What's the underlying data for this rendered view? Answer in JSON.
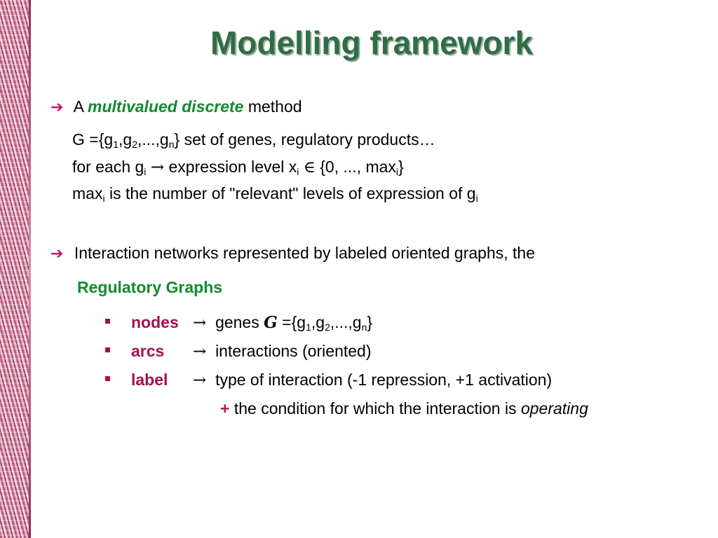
{
  "title": "Modelling framework",
  "bullet1": {
    "prefix": "A",
    "emphasis": "multivalued discrete",
    "suffix": "method"
  },
  "genes_line": {
    "lhs": "G =",
    "set_open": "{g",
    "sub1": "1",
    "comma1": ",g",
    "sub2": "2",
    "ellipsis": ",...,g",
    "subn": "n",
    "set_close": "}",
    "text": "set of genes, regulatory products…"
  },
  "level_line": {
    "text1": "for each g",
    "sub_i": "i",
    "arrow": "→",
    "text2": "expression level x",
    "sub_i2": "i",
    "elem": "∈",
    "set_open": "{0, ..., max",
    "sub_i3": "i",
    "set_close": "}"
  },
  "max_line": {
    "text1": "max",
    "sub_i": "i",
    "text2": "is the number of \"relevant\" levels of expression of g",
    "sub_i2": "i"
  },
  "bullet2": {
    "text": "Interaction networks represented by labeled oriented graphs, the",
    "highlight": "Regulatory Graphs"
  },
  "sub_items": [
    {
      "keyword": "nodes",
      "arrow": "→",
      "text": "genes",
      "symbol": "G",
      "set": "={g",
      "sub1": "1",
      "c1": ",g",
      "sub2": "2",
      "c2": ",...,g",
      "subn": "n",
      "close": "}"
    },
    {
      "keyword": "arcs",
      "arrow": "→",
      "text": "interactions (oriented)"
    },
    {
      "keyword": "label",
      "arrow": "→",
      "text": "type of interaction (-1  repression, +1 activation)"
    }
  ],
  "condition_line": {
    "plus": "+",
    "text": "the condition for which the interaction is",
    "emphasis": "operating"
  },
  "colors": {
    "title": "#2e6e45",
    "green": "#128a2e",
    "magenta": "#a3114d",
    "arrow": "#c2185b",
    "border": "#c2607f"
  },
  "icons": {
    "bullet_arrow": "right-arrow-icon",
    "sub_bullet": "square-bullet-icon"
  }
}
